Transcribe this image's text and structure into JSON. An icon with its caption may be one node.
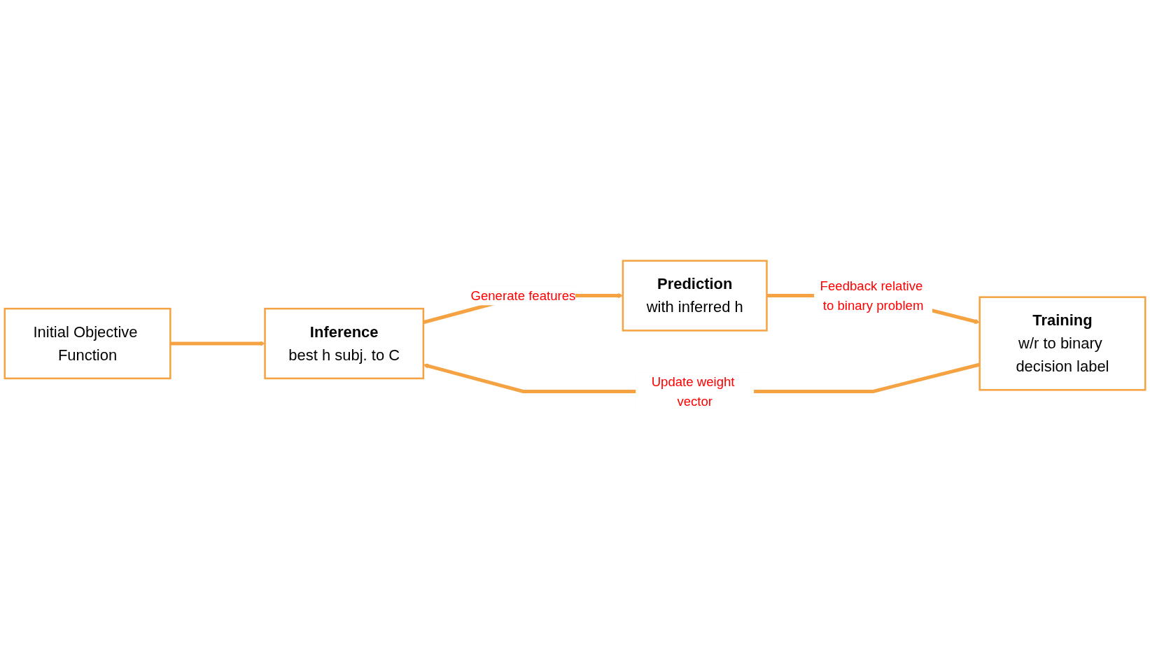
{
  "diagram": {
    "nodes": [
      {
        "text": [
          "Inference",
          "best h subj. to C"
        ]
      },
      {
        "text": [
          "Prediction",
          "with inferred h"
        ]
      },
      {
        "text": [
          "Initial Objective Function"
        ]
      },
      {
        "text": [
          "Training",
          "w/r to binary decision label"
        ]
      }
    ],
    "edges": [
      {
        "from": 0,
        "to": 1,
        "arrow": "to",
        "label": "Generate features"
      },
      {
        "from": 1,
        "to": 3,
        "arrow": "to",
        "label": "Feedback relative to binary problem"
      },
      {
        "from": 3,
        "to": 0,
        "arrow": "to",
        "label": "Update weight vector"
      },
      {
        "from": 2,
        "to": 0,
        "arrow": "to"
      }
    ]
  }
}
